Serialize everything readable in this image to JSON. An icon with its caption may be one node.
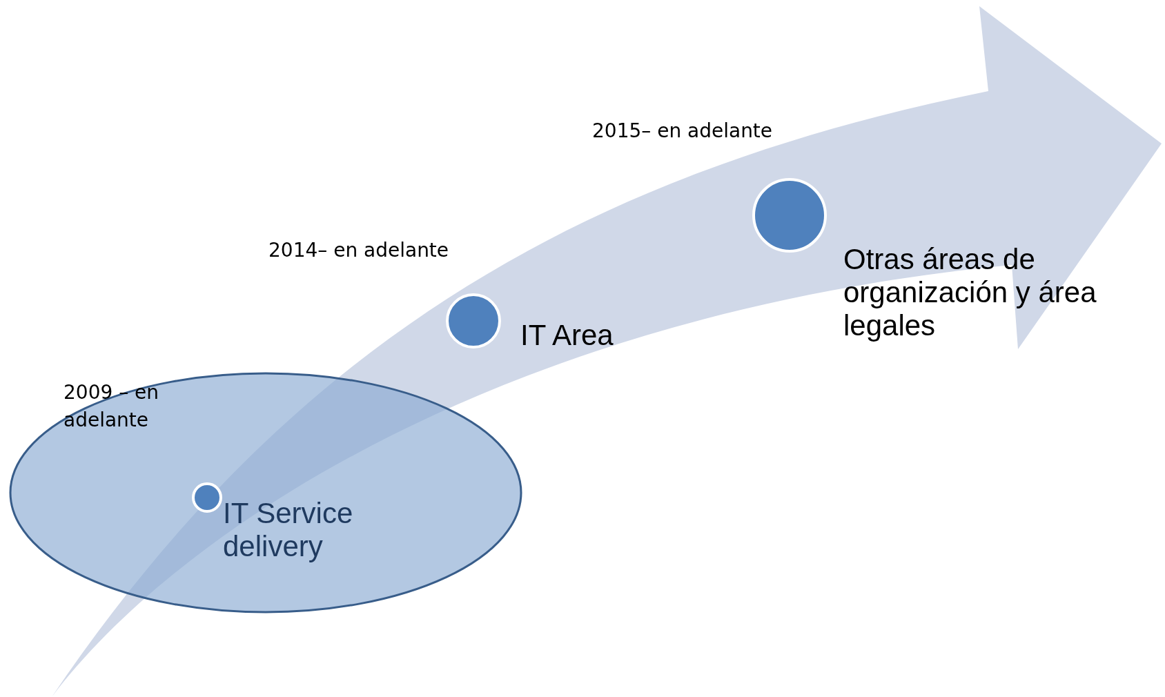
{
  "diagram": {
    "nodes": [
      {
        "text": [],
        "shape": "ellipse"
      },
      {
        "text": [
          "IT Service delivery"
        ],
        "beside": [
          "2009 – en adelante"
        ],
        "in": 0
      },
      {
        "text": [
          "IT Area"
        ],
        "beside": [
          "2014– en adelante"
        ]
      },
      {
        "text": [
          "Otras áreas de organización y área legales"
        ],
        "beside": [
          "2015– en adelante"
        ]
      }
    ]
  }
}
